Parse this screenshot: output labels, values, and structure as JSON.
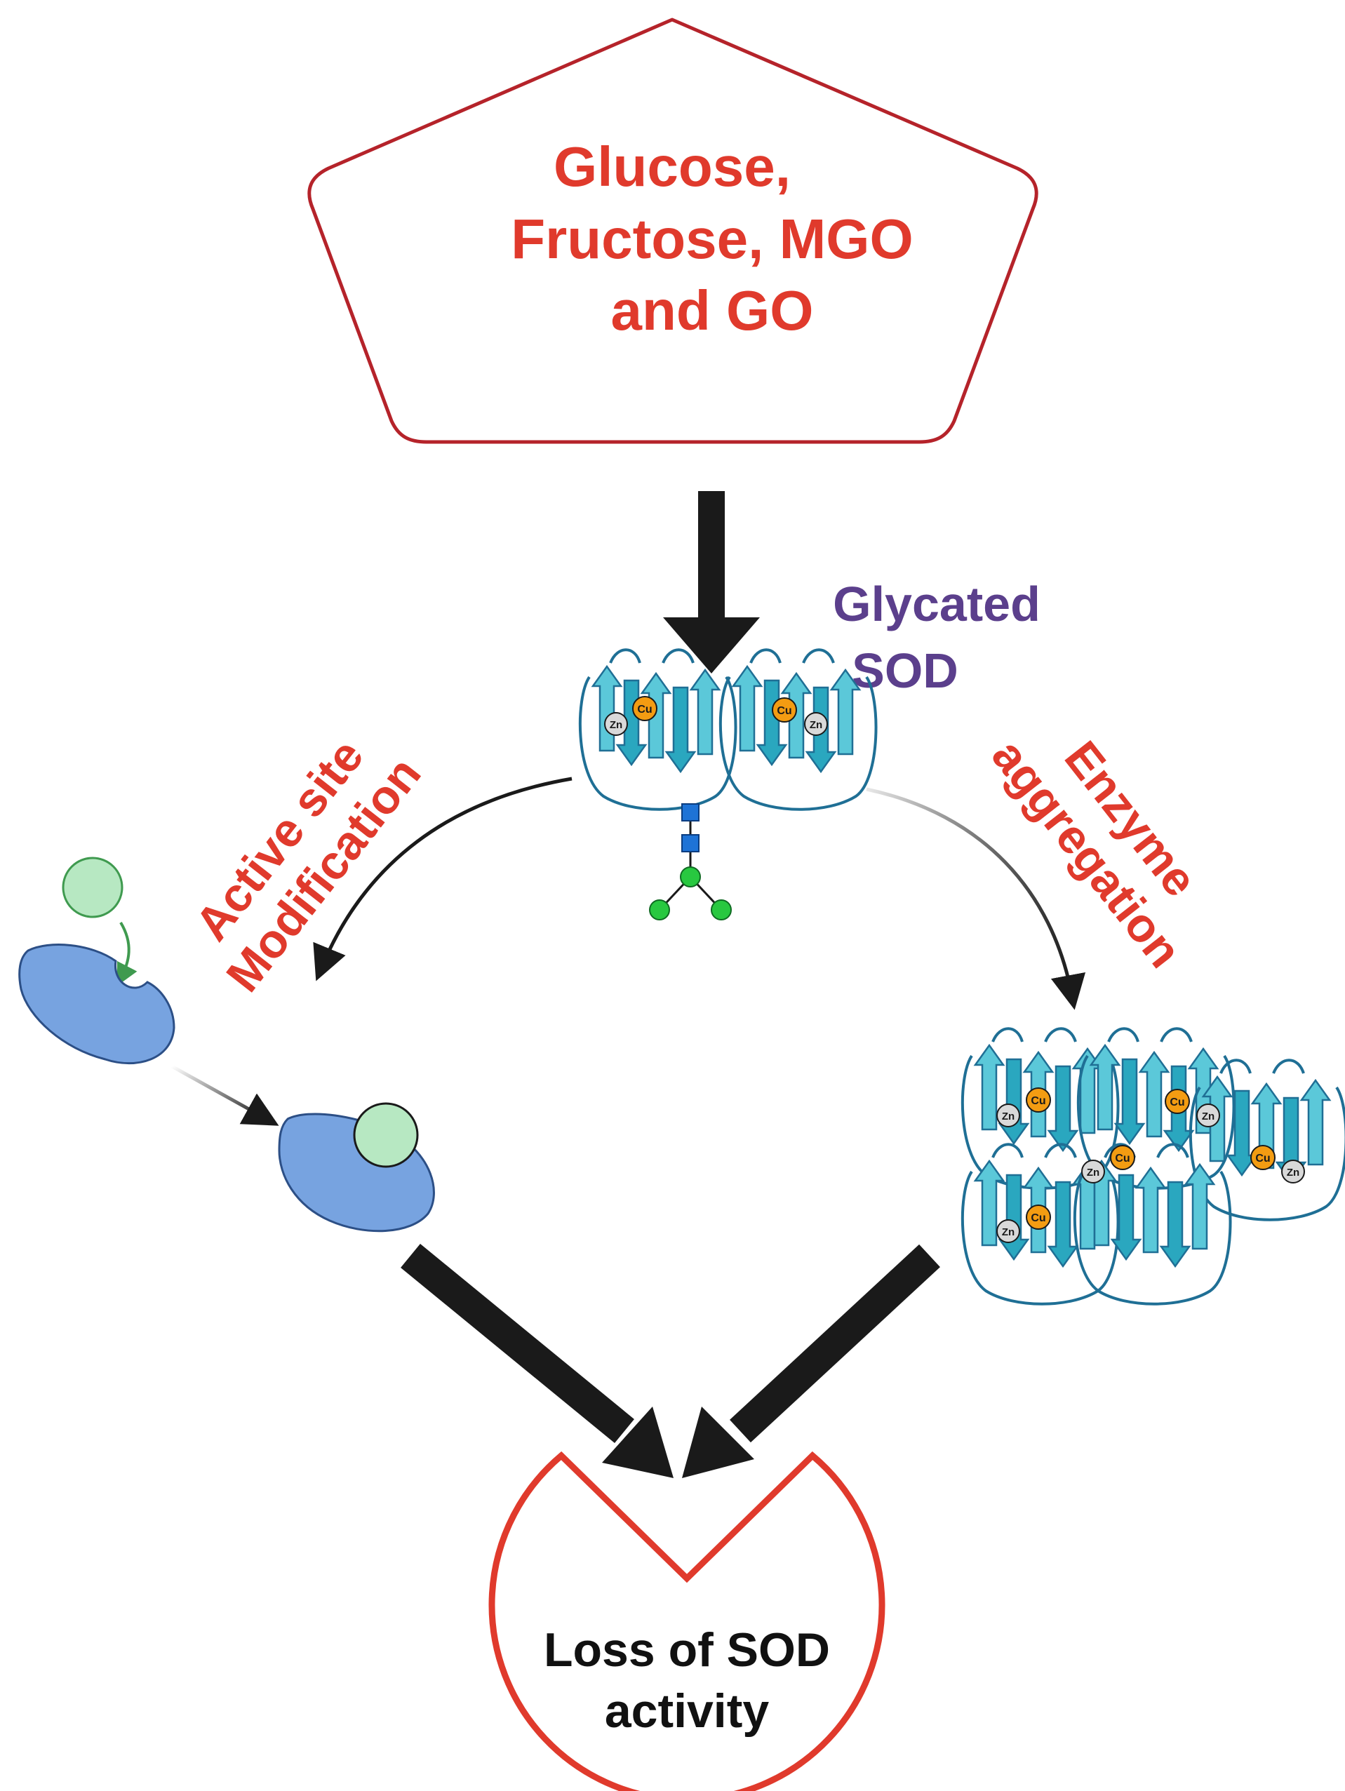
{
  "colors": {
    "red": "#e03a2c",
    "dark_red": "#b5232a",
    "purple": "#5b3f8c",
    "black": "#1a1a1a",
    "protein": "#5bc8d9",
    "protein_dark": "#1f6f95",
    "enzyme": "#77a3e0",
    "substrate": "#b7e8c2",
    "cu": "#f39c12",
    "zn": "#d9d9d9",
    "glycan_blue": "#1e73d6",
    "glycan_green": "#28c840"
  },
  "sources": {
    "line1": "Glucose,",
    "line2": "Fructose, MGO",
    "line3": "and GO"
  },
  "glycated": {
    "line1": "Glycated",
    "line2": "SOD"
  },
  "active_site": {
    "line1": "Active site",
    "line2": "Modification"
  },
  "aggregation": {
    "line1": "Enzyme",
    "line2": "aggregation"
  },
  "loss": {
    "line1": "Loss of SOD",
    "line2": "activity"
  },
  "metals": {
    "cu": "Cu",
    "zn": "Zn"
  }
}
